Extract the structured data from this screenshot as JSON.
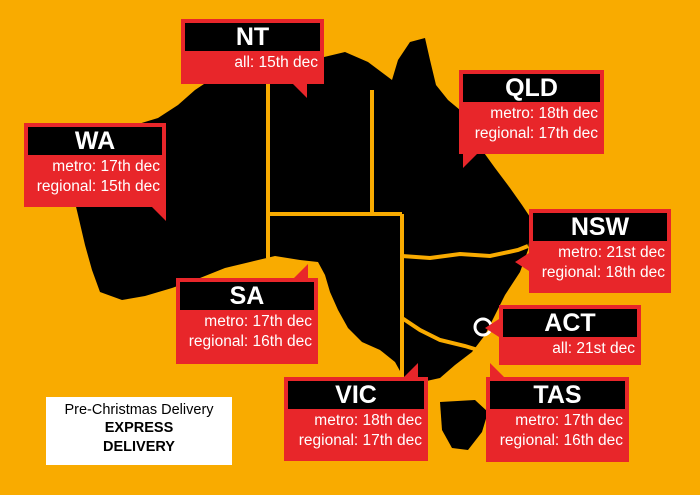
{
  "colors": {
    "background": "#f9ab00",
    "land": "#000000",
    "border": "#f9ab00",
    "callout": "#e8262a",
    "callout_header": "#000000"
  },
  "regions": {
    "nt": {
      "name": "NT",
      "rows": [
        "all: 15th dec"
      ]
    },
    "wa": {
      "name": "WA",
      "rows": [
        "metro: 17th dec",
        "regional: 15th dec"
      ]
    },
    "qld": {
      "name": "QLD",
      "rows": [
        "metro: 18th dec",
        "regional: 17th dec"
      ]
    },
    "nsw": {
      "name": "NSW",
      "rows": [
        "metro: 21st dec",
        "regional: 18th dec"
      ]
    },
    "sa": {
      "name": "SA",
      "rows": [
        "metro: 17th dec",
        "regional: 16th dec"
      ]
    },
    "act": {
      "name": "ACT",
      "rows": [
        "all: 21st dec"
      ]
    },
    "vic": {
      "name": "VIC",
      "rows": [
        "metro: 18th dec",
        "regional: 17th dec"
      ]
    },
    "tas": {
      "name": "TAS",
      "rows": [
        "metro: 17th dec",
        "regional: 16th dec"
      ]
    }
  },
  "legend": {
    "line1": "Pre-Christmas Delivery",
    "line2": "EXPRESS",
    "line3": "DELIVERY"
  }
}
